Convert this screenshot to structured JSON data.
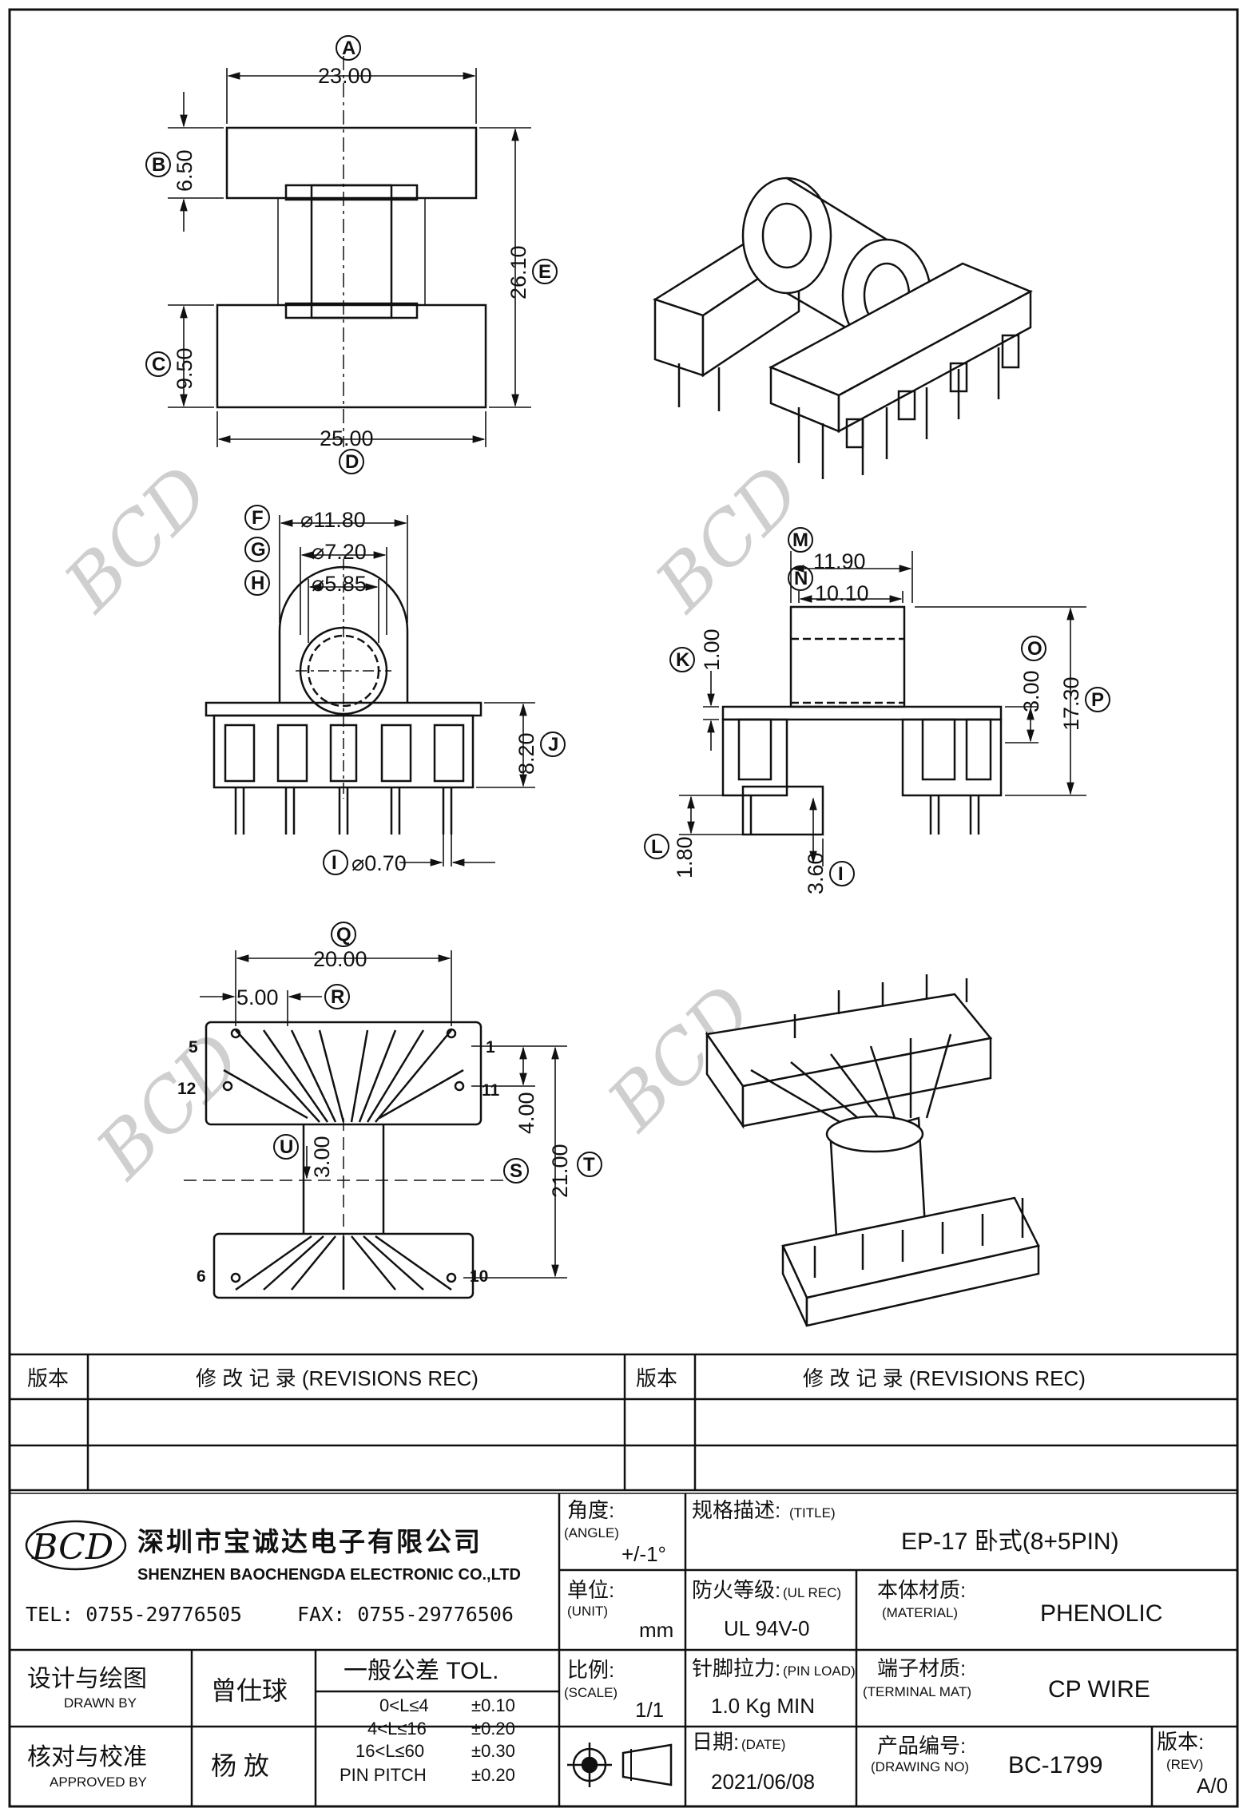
{
  "views": {
    "top": {
      "A": {
        "circle": "A",
        "value": "23.00"
      },
      "B": {
        "circle": "B",
        "value": "6.50"
      },
      "C": {
        "circle": "C",
        "value": "9.50"
      },
      "D": {
        "circle": "D",
        "value": "25.00"
      },
      "E": {
        "circle": "E",
        "value": "26.10"
      }
    },
    "front": {
      "F": {
        "circle": "F",
        "value": "⌀11.80"
      },
      "G": {
        "circle": "G",
        "value": "⌀7.20"
      },
      "H": {
        "circle": "H",
        "value": "⌀5.85"
      },
      "J": {
        "circle": "J",
        "value": "8.20"
      },
      "I": {
        "circle": "I",
        "value": "⌀0.70"
      }
    },
    "side": {
      "M": {
        "circle": "M",
        "value": "11.90"
      },
      "N": {
        "circle": "N",
        "value": "10.10"
      },
      "K": {
        "circle": "K",
        "value": "1.00"
      },
      "O": {
        "circle": "O",
        "value": "3.00"
      },
      "P": {
        "circle": "P",
        "value": "17.30"
      },
      "L": {
        "circle": "L",
        "value": "1.80"
      },
      "I": {
        "circle": "I",
        "value": "3.60"
      }
    },
    "bottom": {
      "Q": {
        "circle": "Q",
        "value": "20.00"
      },
      "R": {
        "circle": "R",
        "value": "5.00"
      },
      "S": {
        "circle": "S",
        "value": "4.00"
      },
      "T": {
        "circle": "T",
        "value": "21.00"
      },
      "U": {
        "circle": "U",
        "value": "3.00"
      },
      "pins": {
        "p5": "5",
        "p1": "1",
        "p12": "12",
        "p11": "11",
        "p6": "6",
        "p10": "10"
      }
    }
  },
  "watermark": "BCD",
  "title_block": {
    "rev_header_left": "版本",
    "rev_rec_left": "修  改  记  录  (REVISIONS REC)",
    "rev_header_right": "版本",
    "rev_rec_right": "修  改  记  录  (REVISIONS REC)",
    "company_logo": "BCD",
    "company_cn": "深圳市宝诚达电子有限公司",
    "company_en": "SHENZHEN BAOCHENGDA ELECTRONIC CO.,LTD",
    "tel": "TEL: 0755-29776505",
    "fax": "FAX: 0755-29776506",
    "angle_label": "角度:",
    "angle_en": "(ANGLE)",
    "angle_value": "+/-1°",
    "title_label": "规格描述:",
    "title_en": "(TITLE)",
    "title_value": "EP-17 卧式(8+5PIN)",
    "unit_label": "单位:",
    "unit_en": "(UNIT)",
    "unit_value": "mm",
    "ul_label": "防火等级:",
    "ul_en": "(UL REC)",
    "ul_value": "UL 94V-0",
    "material_label": "本体材质:",
    "material_en": "(MATERIAL)",
    "material_value": "PHENOLIC",
    "drawn_label": "设计与绘图",
    "drawn_en": "DRAWN BY",
    "drawn_value": "曾仕球",
    "tol_label": "一般公差 TOL.",
    "tol_rows": [
      {
        "range": "0<L≤4",
        "tol": "±0.10"
      },
      {
        "range": "4<L≤16",
        "tol": "±0.20"
      },
      {
        "range": "16<L≤60",
        "tol": "±0.30"
      },
      {
        "range": "PIN PITCH",
        "tol": "±0.20"
      }
    ],
    "scale_label": "比例:",
    "scale_en": "(SCALE)",
    "scale_value": "1/1",
    "pinload_label": "针脚拉力:",
    "pinload_en": "(PIN LOAD)",
    "pinload_value": "1.0 Kg MIN",
    "terminal_label": "端子材质:",
    "terminal_en": "(TERMINAL MAT)",
    "terminal_value": "CP WIRE",
    "approved_label": "核对与校准",
    "approved_en": "APPROVED BY",
    "approved_value": "杨  放",
    "date_label": "日期:",
    "date_en": "(DATE)",
    "date_value": "2021/06/08",
    "drawing_no_label": "产品编号:",
    "drawing_no_en": "(DRAWING NO)",
    "drawing_no_value": "BC-1799",
    "rev_label": "版本:",
    "rev_en": "(REV)",
    "rev_value": "A/0"
  }
}
